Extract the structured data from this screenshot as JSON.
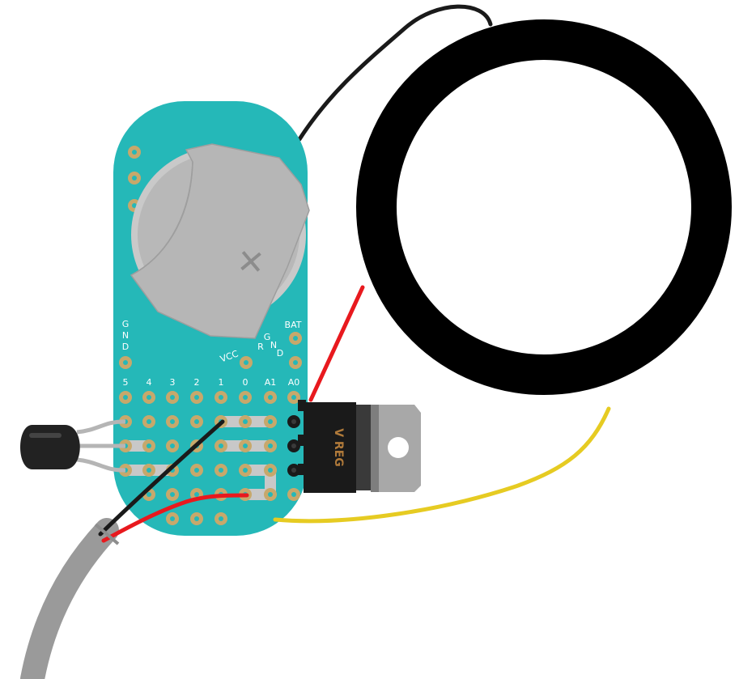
{
  "board": {
    "colors": {
      "pcb": "#25b8b8",
      "pad": "#c7a86b",
      "trace": "#c8c8c8",
      "label": "#ffffff"
    },
    "labels": {
      "gnd": [
        "G",
        "N",
        "D"
      ],
      "vcc": "VCC",
      "rgnd": [
        "R",
        "G",
        "N",
        "D"
      ],
      "bat": "BAT",
      "pins": [
        "5",
        "4",
        "3",
        "2",
        "1",
        "0",
        "A1",
        "A0"
      ]
    }
  },
  "battery": {
    "symbol": "+"
  },
  "regulator": {
    "label": "V REG"
  },
  "wires": {
    "colors": {
      "black": "#1a1a1a",
      "red": "#e8191e",
      "yellow": "#e6cb22",
      "cable": "#9a9a9a",
      "lead": "#b5b5b5"
    }
  },
  "ring": {
    "colors": {
      "outer": "#000000",
      "inner": "#ffffff"
    }
  }
}
